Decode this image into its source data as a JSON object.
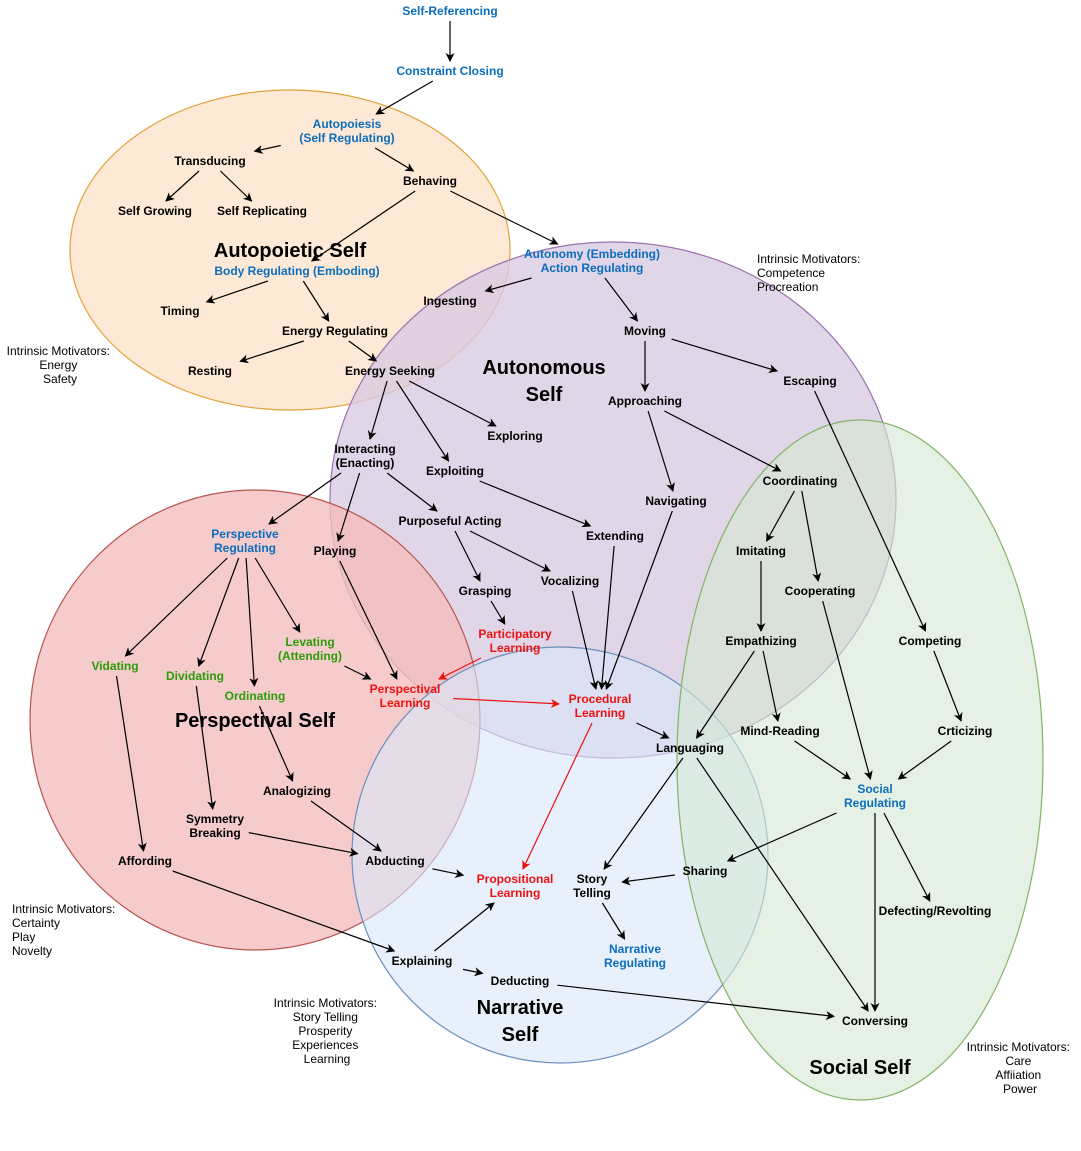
{
  "colors": {
    "blue": "#0b6ebd",
    "green": "#2a9d08",
    "red": "#ee1111",
    "black": "#000000",
    "autopoietic_fill": "#fde6cf",
    "autopoietic_stroke": "#e2a23b",
    "autonomous_fill": "#d9c9e1",
    "autonomous_stroke": "#9b73ad",
    "perspectival_fill": "#f4bcbc",
    "perspectival_stroke": "#b85450",
    "narrative_fill": "#d8e6f8",
    "narrative_stroke": "#6c8ebf",
    "social_fill": "#d5e8d4",
    "social_stroke": "#82b366"
  },
  "regions": {
    "autopoietic": {
      "title": "Autopoietic Self"
    },
    "autonomous": {
      "title_line1": "Autonomous",
      "title_line2": "Self"
    },
    "perspectival": {
      "title": "Perspectival Self"
    },
    "narrative": {
      "title_line1": "Narrative",
      "title_line2": "Self"
    },
    "social": {
      "title": "Social Self"
    }
  },
  "motivators": {
    "autopoietic": [
      "Intrinsic Motivators:",
      "Energy",
      "Safety"
    ],
    "autonomous": [
      "Intrinsic Motivators:",
      "Competence",
      "Procreation"
    ],
    "perspectival": [
      "Intrinsic Motivators:",
      "Certainty",
      "Play",
      "Novelty"
    ],
    "narrative": [
      "Intrinsic Motivators:",
      "Story Telling",
      "Prosperity",
      "Experiences",
      "Learning"
    ],
    "social": [
      "Intrinsic Motivators:",
      "Care",
      "Affiiation",
      "Power"
    ]
  },
  "nodes": {
    "self_referencing": {
      "lines": [
        "Self-Referencing"
      ],
      "color": "blue"
    },
    "constraint_closing": {
      "lines": [
        "Constraint Closing"
      ],
      "color": "blue"
    },
    "autopoiesis": {
      "lines": [
        "Autopoiesis",
        "(Self Regulating)"
      ],
      "color": "blue"
    },
    "transducing": {
      "lines": [
        "Transducing"
      ],
      "color": "black"
    },
    "behaving": {
      "lines": [
        "Behaving"
      ],
      "color": "black"
    },
    "self_growing": {
      "lines": [
        "Self Growing"
      ],
      "color": "black"
    },
    "self_replicating": {
      "lines": [
        "Self Replicating"
      ],
      "color": "black"
    },
    "body_regulating": {
      "lines": [
        "Body Regulating (Emboding)"
      ],
      "color": "blue"
    },
    "timing": {
      "lines": [
        "Timing"
      ],
      "color": "black"
    },
    "energy_regulating": {
      "lines": [
        "Energy Regulating"
      ],
      "color": "black"
    },
    "resting": {
      "lines": [
        "Resting"
      ],
      "color": "black"
    },
    "energy_seeking": {
      "lines": [
        "Energy Seeking"
      ],
      "color": "black"
    },
    "autonomy": {
      "lines": [
        "Autonomy (Embedding)",
        "Action Regulating"
      ],
      "color": "blue"
    },
    "ingesting": {
      "lines": [
        "Ingesting"
      ],
      "color": "black"
    },
    "moving": {
      "lines": [
        "Moving"
      ],
      "color": "black"
    },
    "escaping": {
      "lines": [
        "Escaping"
      ],
      "color": "black"
    },
    "approaching": {
      "lines": [
        "Approaching"
      ],
      "color": "black"
    },
    "exploring": {
      "lines": [
        "Exploring"
      ],
      "color": "black"
    },
    "interacting": {
      "lines": [
        "Interacting",
        "(Enacting)"
      ],
      "color": "black"
    },
    "exploiting": {
      "lines": [
        "Exploiting"
      ],
      "color": "black"
    },
    "navigating": {
      "lines": [
        "Navigating"
      ],
      "color": "black"
    },
    "coordinating": {
      "lines": [
        "Coordinating"
      ],
      "color": "black"
    },
    "perspective_regulating": {
      "lines": [
        "Perspective",
        "Regulating"
      ],
      "color": "blue"
    },
    "playing": {
      "lines": [
        "Playing"
      ],
      "color": "black"
    },
    "purposeful_acting": {
      "lines": [
        "Purposeful Acting"
      ],
      "color": "black"
    },
    "extending": {
      "lines": [
        "Extending"
      ],
      "color": "black"
    },
    "imitating": {
      "lines": [
        "Imitating"
      ],
      "color": "black"
    },
    "grasping": {
      "lines": [
        "Grasping"
      ],
      "color": "black"
    },
    "vocalizing": {
      "lines": [
        "Vocalizing"
      ],
      "color": "black"
    },
    "cooperating": {
      "lines": [
        "Cooperating"
      ],
      "color": "black"
    },
    "participatory_learning": {
      "lines": [
        "Participatory",
        "Learning"
      ],
      "color": "red"
    },
    "levating": {
      "lines": [
        "Levating",
        "(Attending)"
      ],
      "color": "green"
    },
    "vidating": {
      "lines": [
        "Vidating"
      ],
      "color": "green"
    },
    "dividating": {
      "lines": [
        "Dividating"
      ],
      "color": "green"
    },
    "ordinating": {
      "lines": [
        "Ordinating"
      ],
      "color": "green"
    },
    "perspectival_learning": {
      "lines": [
        "Perspectival",
        "Learning"
      ],
      "color": "red"
    },
    "procedural_learning": {
      "lines": [
        "Procedural",
        "Learning"
      ],
      "color": "red"
    },
    "empathizing": {
      "lines": [
        "Empathizing"
      ],
      "color": "black"
    },
    "competing": {
      "lines": [
        "Competing"
      ],
      "color": "black"
    },
    "languaging": {
      "lines": [
        "Languaging"
      ],
      "color": "black"
    },
    "mind_reading": {
      "lines": [
        "Mind-Reading"
      ],
      "color": "black"
    },
    "criticizing": {
      "lines": [
        "Crticizing"
      ],
      "color": "black"
    },
    "analogizing": {
      "lines": [
        "Analogizing"
      ],
      "color": "black"
    },
    "social_regulating": {
      "lines": [
        "Social",
        "Regulating"
      ],
      "color": "blue"
    },
    "symmetry_breaking": {
      "lines": [
        "Symmetry",
        "Breaking"
      ],
      "color": "black"
    },
    "affording": {
      "lines": [
        "Affording"
      ],
      "color": "black"
    },
    "abducting": {
      "lines": [
        "Abducting"
      ],
      "color": "black"
    },
    "sharing": {
      "lines": [
        "Sharing"
      ],
      "color": "black"
    },
    "propositional_learning": {
      "lines": [
        "Propositional",
        "Learning"
      ],
      "color": "red"
    },
    "story_telling": {
      "lines": [
        "Story",
        "Telling"
      ],
      "color": "black"
    },
    "defecting": {
      "lines": [
        "Defecting/Revolting"
      ],
      "color": "black"
    },
    "narrative_regulating": {
      "lines": [
        "Narrative",
        "Regulating"
      ],
      "color": "blue"
    },
    "explaining": {
      "lines": [
        "Explaining"
      ],
      "color": "black"
    },
    "deducting": {
      "lines": [
        "Deducting"
      ],
      "color": "black"
    },
    "conversing": {
      "lines": [
        "Conversing"
      ],
      "color": "black"
    }
  },
  "edges": [
    {
      "from": "self_referencing",
      "to": "constraint_closing",
      "color": "black"
    },
    {
      "from": "constraint_closing",
      "to": "autopoiesis",
      "color": "black"
    },
    {
      "from": "autopoiesis",
      "to": "transducing",
      "color": "black"
    },
    {
      "from": "autopoiesis",
      "to": "behaving",
      "color": "black"
    },
    {
      "from": "transducing",
      "to": "self_growing",
      "color": "black"
    },
    {
      "from": "transducing",
      "to": "self_replicating",
      "color": "black"
    },
    {
      "from": "behaving",
      "to": "body_regulating",
      "color": "black"
    },
    {
      "from": "behaving",
      "to": "autonomy",
      "color": "black"
    },
    {
      "from": "body_regulating",
      "to": "timing",
      "color": "black"
    },
    {
      "from": "body_regulating",
      "to": "energy_regulating",
      "color": "black"
    },
    {
      "from": "energy_regulating",
      "to": "resting",
      "color": "black"
    },
    {
      "from": "energy_regulating",
      "to": "energy_seeking",
      "color": "black"
    },
    {
      "from": "energy_seeking",
      "to": "interacting",
      "color": "black"
    },
    {
      "from": "energy_seeking",
      "to": "exploring",
      "color": "black"
    },
    {
      "from": "energy_seeking",
      "to": "exploiting",
      "color": "black"
    },
    {
      "from": "autonomy",
      "to": "ingesting",
      "color": "black"
    },
    {
      "from": "autonomy",
      "to": "moving",
      "color": "black"
    },
    {
      "from": "moving",
      "to": "approaching",
      "color": "black"
    },
    {
      "from": "moving",
      "to": "escaping",
      "color": "black"
    },
    {
      "from": "approaching",
      "to": "navigating",
      "color": "black"
    },
    {
      "from": "approaching",
      "to": "coordinating",
      "color": "black"
    },
    {
      "from": "escaping",
      "to": "competing",
      "color": "black"
    },
    {
      "from": "interacting",
      "to": "perspective_regulating",
      "color": "black"
    },
    {
      "from": "interacting",
      "to": "playing",
      "color": "black"
    },
    {
      "from": "interacting",
      "to": "purposeful_acting",
      "color": "black"
    },
    {
      "from": "exploiting",
      "to": "extending",
      "color": "black"
    },
    {
      "from": "purposeful_acting",
      "to": "grasping",
      "color": "black"
    },
    {
      "from": "purposeful_acting",
      "to": "vocalizing",
      "color": "black"
    },
    {
      "from": "grasping",
      "to": "participatory_learning",
      "color": "black"
    },
    {
      "from": "vocalizing",
      "to": "procedural_learning",
      "color": "black"
    },
    {
      "from": "extending",
      "to": "procedural_learning",
      "color": "black"
    },
    {
      "from": "navigating",
      "to": "procedural_learning",
      "color": "black"
    },
    {
      "from": "coordinating",
      "to": "imitating",
      "color": "black"
    },
    {
      "from": "coordinating",
      "to": "cooperating",
      "color": "black"
    },
    {
      "from": "imitating",
      "to": "empathizing",
      "color": "black"
    },
    {
      "from": "empathizing",
      "to": "mind_reading",
      "color": "black"
    },
    {
      "from": "empathizing",
      "to": "languaging",
      "color": "black"
    },
    {
      "from": "cooperating",
      "to": "social_regulating",
      "color": "black"
    },
    {
      "from": "competing",
      "to": "criticizing",
      "color": "black"
    },
    {
      "from": "criticizing",
      "to": "social_regulating",
      "color": "black"
    },
    {
      "from": "mind_reading",
      "to": "social_regulating",
      "color": "black"
    },
    {
      "from": "perspective_regulating",
      "to": "vidating",
      "color": "black"
    },
    {
      "from": "perspective_regulating",
      "to": "dividating",
      "color": "black"
    },
    {
      "from": "perspective_regulating",
      "to": "ordinating",
      "color": "black"
    },
    {
      "from": "perspective_regulating",
      "to": "levating",
      "color": "black"
    },
    {
      "from": "playing",
      "to": "perspectival_learning",
      "color": "black"
    },
    {
      "from": "levating",
      "to": "perspectival_learning",
      "color": "black"
    },
    {
      "from": "participatory_learning",
      "to": "perspectival_learning",
      "color": "red"
    },
    {
      "from": "perspectival_learning",
      "to": "procedural_learning",
      "color": "red"
    },
    {
      "from": "procedural_learning",
      "to": "languaging",
      "color": "black"
    },
    {
      "from": "procedural_learning",
      "to": "propositional_learning",
      "color": "red"
    },
    {
      "from": "vidating",
      "to": "affording",
      "color": "black"
    },
    {
      "from": "dividating",
      "to": "symmetry_breaking",
      "color": "black"
    },
    {
      "from": "ordinating",
      "to": "analogizing",
      "color": "black"
    },
    {
      "from": "analogizing",
      "to": "abducting",
      "color": "black"
    },
    {
      "from": "symmetry_breaking",
      "to": "abducting",
      "color": "black"
    },
    {
      "from": "abducting",
      "to": "propositional_learning",
      "color": "black"
    },
    {
      "from": "affording",
      "to": "explaining",
      "color": "black"
    },
    {
      "from": "explaining",
      "to": "propositional_learning",
      "color": "black"
    },
    {
      "from": "explaining",
      "to": "deducting",
      "color": "black"
    },
    {
      "from": "deducting",
      "to": "conversing",
      "color": "black"
    },
    {
      "from": "languaging",
      "to": "story_telling",
      "color": "black"
    },
    {
      "from": "languaging",
      "to": "conversing",
      "color": "black"
    },
    {
      "from": "story_telling",
      "to": "narrative_regulating",
      "color": "black"
    },
    {
      "from": "sharing",
      "to": "story_telling",
      "color": "black"
    },
    {
      "from": "social_regulating",
      "to": "sharing",
      "color": "black"
    },
    {
      "from": "social_regulating",
      "to": "defecting",
      "color": "black"
    },
    {
      "from": "social_regulating",
      "to": "conversing",
      "color": "black"
    }
  ]
}
